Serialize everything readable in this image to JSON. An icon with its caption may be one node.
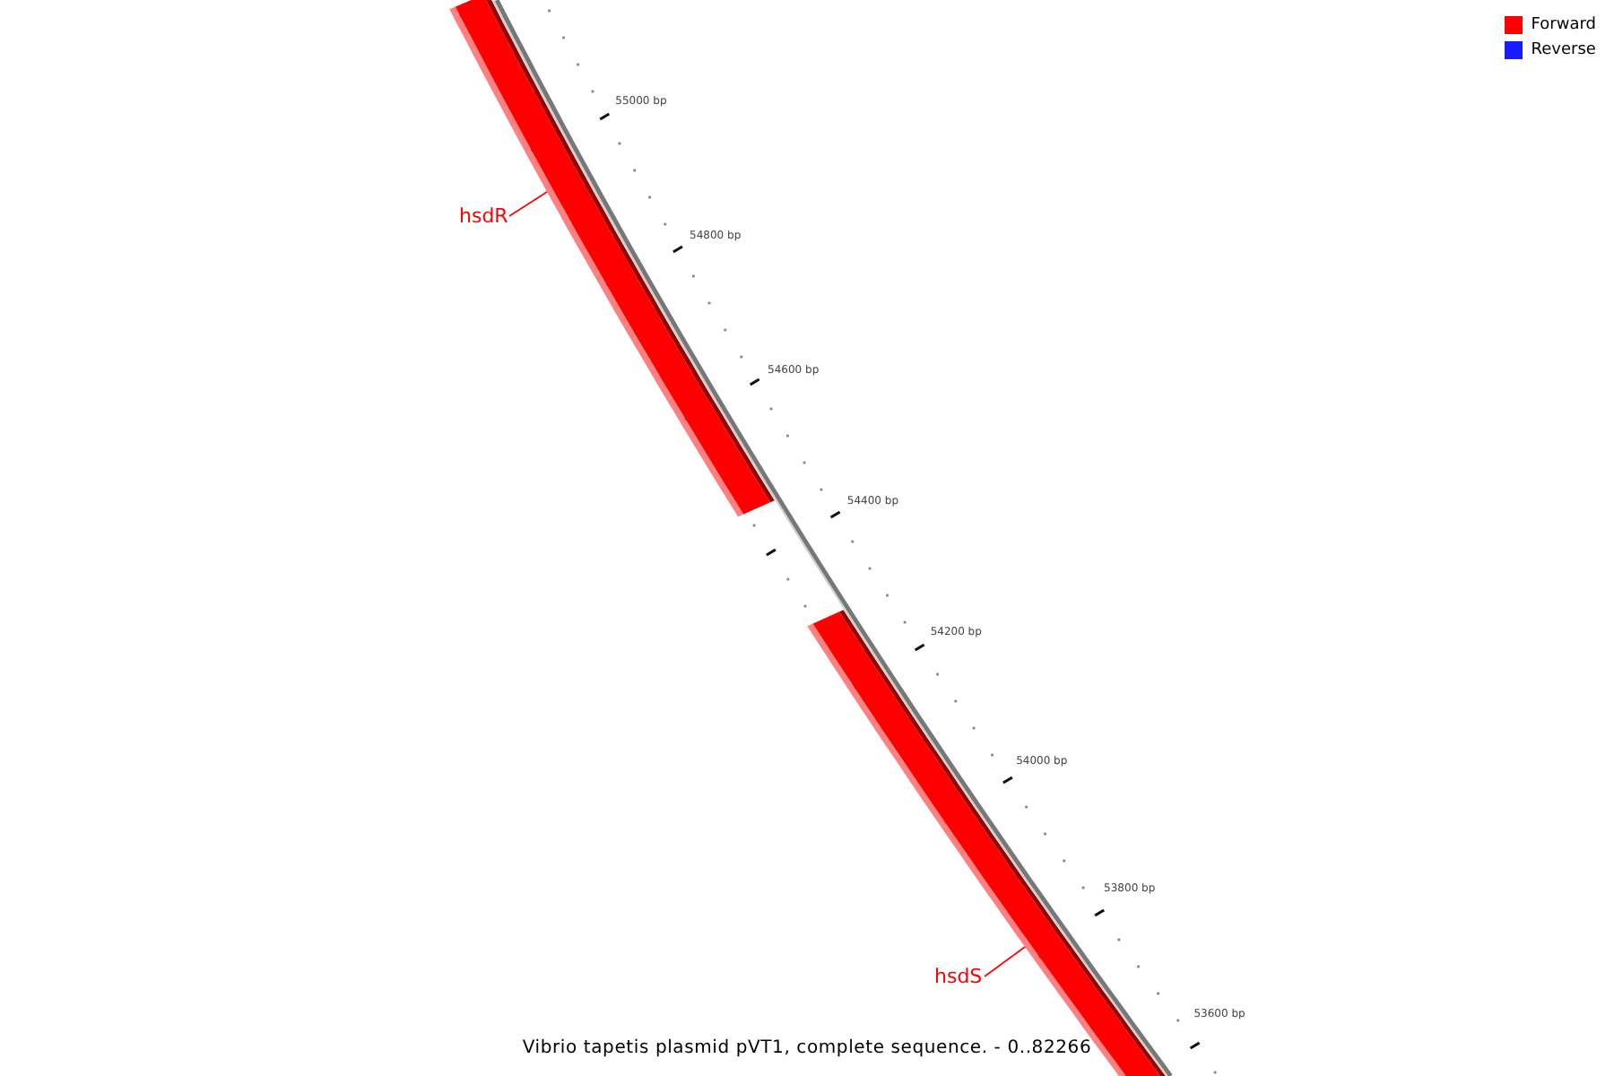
{
  "diagram": {
    "caption": "Vibrio tapetis plasmid pVT1, complete sequence. - 0..82266",
    "nodes": [
      {
        "text": [
          "hsdR"
        ]
      },
      {
        "text": [],
        "shape": "bar"
      },
      {
        "text": [
          "hsdS"
        ]
      },
      {
        "text": [],
        "shape": "bar"
      }
    ],
    "edges": [
      {
        "from": 0,
        "to": 1,
        "arrow": "none"
      },
      {
        "from": 2,
        "to": 3,
        "arrow": "none"
      }
    ],
    "labels": [
      "55000 bp",
      "54800 bp",
      "54600 bp",
      "54400 bp",
      "54200 bp",
      "54000 bp",
      "53800 bp",
      "53600 bp"
    ],
    "legend": [
      {
        "text": "Forward",
        "color": "#ff0000"
      },
      {
        "text": "Reverse",
        "color": "#1a1aff"
      }
    ]
  }
}
